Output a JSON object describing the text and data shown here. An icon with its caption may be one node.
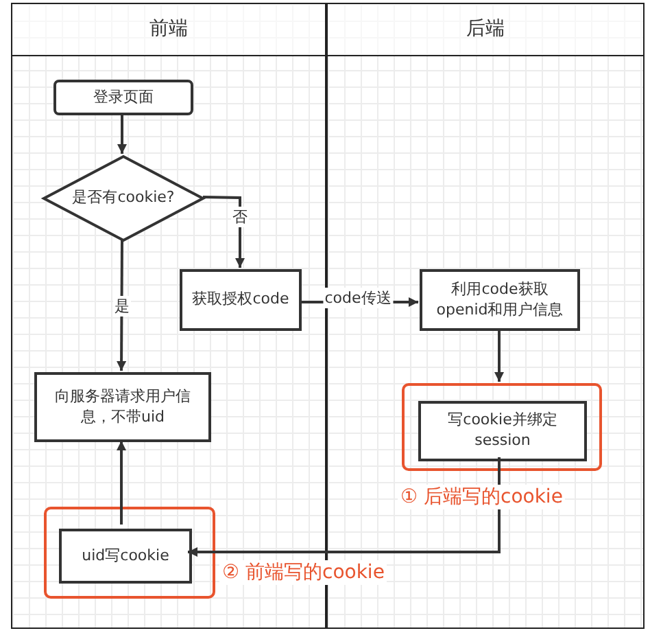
{
  "diagram": {
    "nodes": [
      {
        "text": [
          "前端"
        ]
      },
      {
        "text": [
          "后端"
        ]
      },
      {
        "text": [
          "登录页面"
        ],
        "in": 0
      },
      {
        "text": [
          "是否有cookie?"
        ],
        "in": 0
      },
      {
        "text": [
          "获取授权code"
        ],
        "in": 0
      },
      {
        "text": [
          "向服务器请求用户信息，不带uid"
        ],
        "in": 0
      },
      {
        "text": [],
        "shape": "box",
        "in": 0,
        "beside": [
          "② 前端写的cookie"
        ]
      },
      {
        "text": [
          "uid写cookie"
        ],
        "in": 6
      },
      {
        "text": [
          "利用code获取openid和用户信息"
        ],
        "in": 1
      },
      {
        "text": [],
        "shape": "box",
        "in": 1,
        "beside": [
          "① 后端写的cookie"
        ]
      },
      {
        "text": [
          "写cookie并绑定session"
        ],
        "in": 9
      }
    ],
    "edges": [
      {
        "from": 2,
        "to": 3,
        "arrow": "to"
      },
      {
        "from": 3,
        "to": 4,
        "arrow": "to",
        "label": "否"
      },
      {
        "from": 3,
        "to": 5,
        "arrow": "to",
        "label": "是"
      },
      {
        "from": 4,
        "to": 8,
        "arrow": "to",
        "label": "code传送"
      },
      {
        "from": 8,
        "to": 9,
        "arrow": "to"
      },
      {
        "from": 10,
        "to": 7,
        "arrow": "to"
      },
      {
        "from": 7,
        "to": 5,
        "arrow": "to"
      }
    ]
  }
}
